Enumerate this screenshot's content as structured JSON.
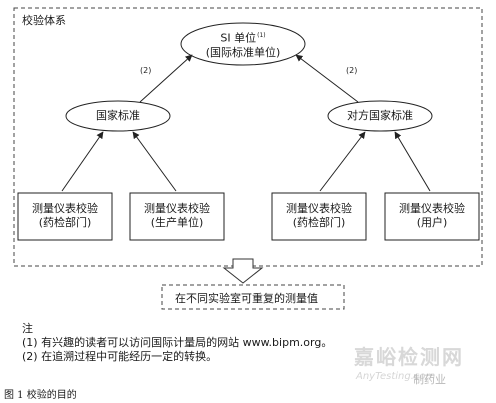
{
  "frame_label": "校验体系",
  "nodes": {
    "si_unit": {
      "line1": "SI 单位",
      "superscript": "(1)",
      "line2": "(国际标准单位)"
    },
    "national_standard": "国家标准",
    "counterpart_standard": "对方国家标准",
    "box1": {
      "line1": "测量仪表校验",
      "line2": "(药检部门)"
    },
    "box2": {
      "line1": "测量仪表校验",
      "line2": "(生产单位)"
    },
    "box3": {
      "line1": "测量仪表校验",
      "line2": "(药检部门)"
    },
    "box4": {
      "line1": "测量仪表校验",
      "line2": "(用户)"
    }
  },
  "edge_labels": {
    "left": "(2)",
    "right": "(2)"
  },
  "result": "在不同实验室可重复的测量值",
  "notes": {
    "title": "注",
    "items": [
      "(1)  有兴趣的读者可以访问国际计量局的网站 www.bipm.org。",
      "(2)  在追溯过程中可能经历一定的转换。"
    ]
  },
  "caption": "图 1 校验的目的",
  "watermark": {
    "main": "嘉峪检测网",
    "sub": "AnyTesting.com",
    "brand": "制药业"
  }
}
